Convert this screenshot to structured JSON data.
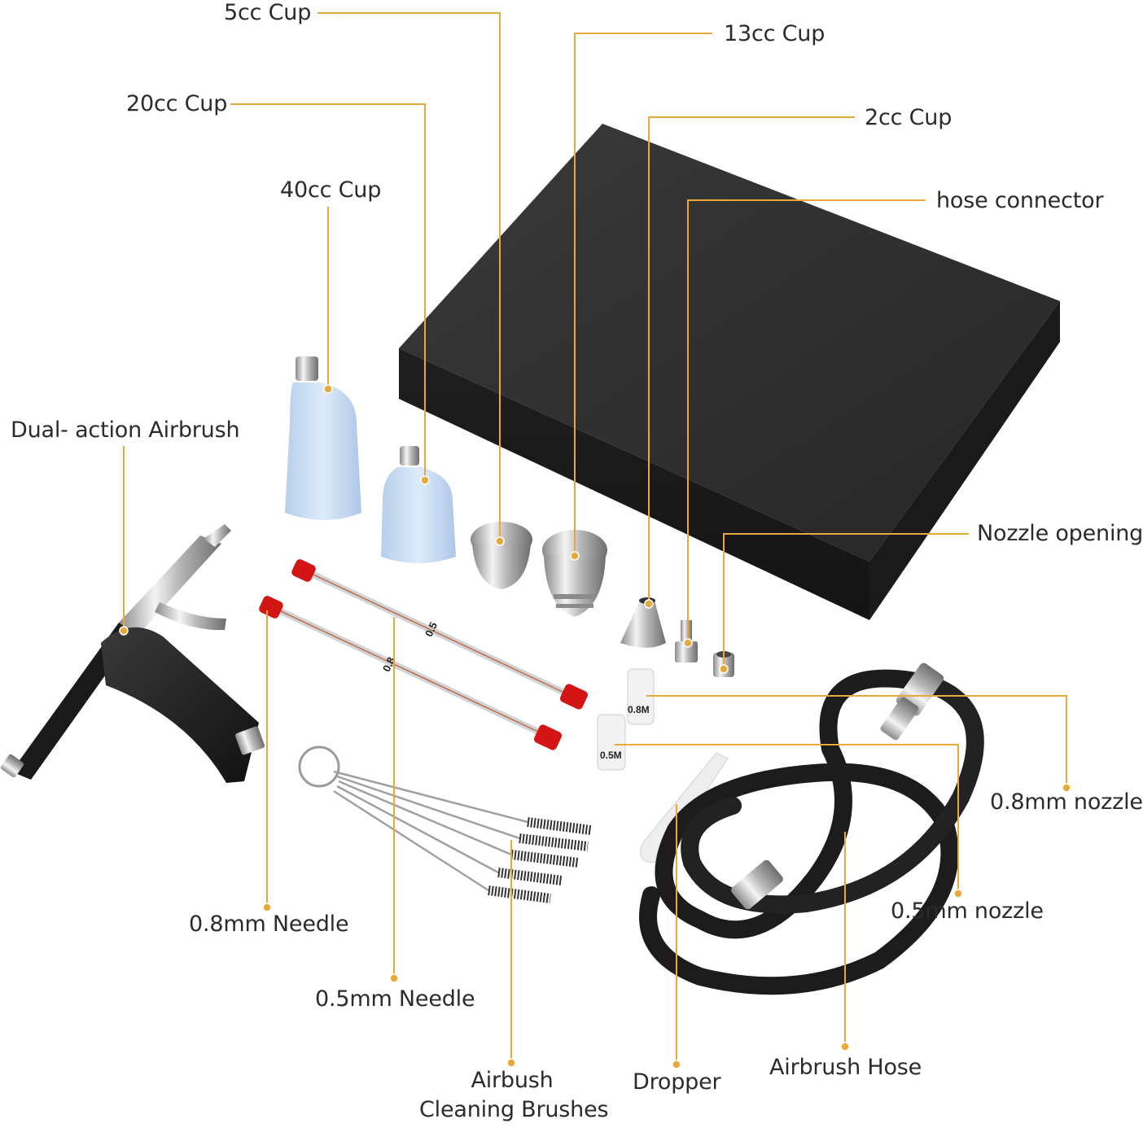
{
  "theme": {
    "leader_color": "#e9a93a",
    "box_color": "#2c2c2c",
    "label_color": "#2b2b2b"
  },
  "labels": {
    "cup_5cc": "5cc Cup",
    "cup_13cc": "13cc Cup",
    "cup_20cc": "20cc Cup",
    "cup_2cc": "2cc Cup",
    "hose_connector": "hose connector",
    "cup_40cc": "40cc Cup",
    "dual_action_airbrush": "Dual- action Airbrush",
    "nozzle_opening": "Nozzle opening",
    "nozzle_08": "0.8mm nozzle",
    "nozzle_05": "0.5mm nozzle",
    "needle_08": "0.8mm Needle",
    "needle_05": "0.5mm Needle",
    "brushes_line1": "Airbush",
    "brushes_line2": "Cleaning Brushes",
    "dropper": "Dropper",
    "airbrush_hose": "Airbrush Hose"
  },
  "product_marks": {
    "needle_05_tag": "0.5",
    "needle_08_tag": "0.8",
    "nozzle_08_tag": "0.8M",
    "nozzle_05_tag": "0.5M"
  }
}
